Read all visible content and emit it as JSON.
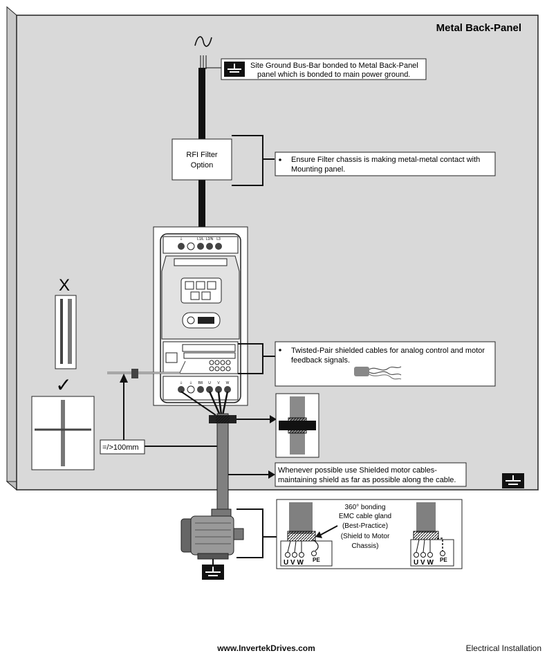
{
  "panel": {
    "title": "Metal Back-Panel"
  },
  "callouts": {
    "ground_bus_line1": "Site Ground Bus-Bar bonded to Metal Back-Panel",
    "ground_bus_line2": "panel which is bonded to main power ground.",
    "filter_box_line1": "RFI Filter",
    "filter_box_line2": "Option",
    "filter_note_line1": "Ensure Filter chassis is making metal-metal contact with",
    "filter_note_line2": "Mounting panel.",
    "twisted_pair_line1": "Twisted-Pair shielded cables for analog control and motor",
    "twisted_pair_line2": "feedback signals.",
    "distance_label": "=/>100mm",
    "shield_line1": "Whenever possible use Shielded motor cables-",
    "shield_line2": "maintaining shield as far as possible along the cable."
  },
  "marks": {
    "wrong": "X",
    "right": "✓"
  },
  "gland": {
    "line1": "360° bonding",
    "line2": "EMC cable gland",
    "line3": "(Best-Practice)",
    "line4": "(Shield to Motor",
    "line5": "Chassis)",
    "terminals_left": "U V W",
    "pe_left": "PE",
    "terminals_right": "U V W",
    "pe_right": "PE"
  },
  "drive_terminals": {
    "top": [
      "⏚",
      "L1/L",
      "L2/N",
      "L3"
    ],
    "bottom": [
      "⏚",
      "⏚",
      "BR",
      "U",
      "V",
      "W"
    ]
  },
  "footer": {
    "website": "www.InvertekDrives.com",
    "section": "Electrical Installation"
  },
  "icons": [
    "ac-supply-icon",
    "ground-icon",
    "drive-icon",
    "motor-icon",
    "cable-clamp-icon"
  ]
}
